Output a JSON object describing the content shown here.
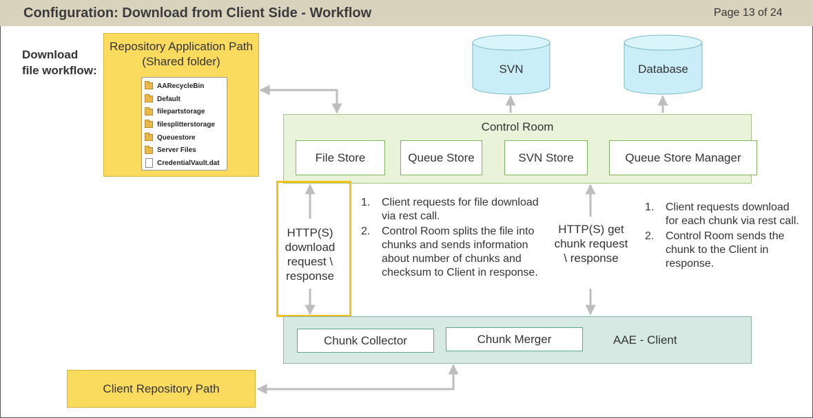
{
  "header": {
    "title": "Configuration: Download from Client Side - Workflow",
    "page": "Page 13 of 24"
  },
  "side_label": "Download file workflow:",
  "repository": {
    "title": "Repository Application Path (Shared folder)",
    "items": [
      {
        "name": "AARecycleBin",
        "icon": "folder-icon"
      },
      {
        "name": "Default",
        "icon": "folder-icon"
      },
      {
        "name": "filepartstorage",
        "icon": "folder-icon"
      },
      {
        "name": "filesplitterstorage",
        "icon": "folder-icon"
      },
      {
        "name": "Queuestore",
        "icon": "folder-icon"
      },
      {
        "name": "Server Files",
        "icon": "folder-icon"
      },
      {
        "name": "CredentialVault.dat",
        "icon": "file-icon"
      }
    ]
  },
  "databases": {
    "svn": "SVN",
    "database": "Database"
  },
  "control_room": {
    "label": "Control Room",
    "file_store": "File Store",
    "queue_store": "Queue Store",
    "svn_store": "SVN Store",
    "queue_store_manager": "Queue Store Manager"
  },
  "http_left": "HTTP(S) download request \\ response",
  "http_right": "HTTP(S) get chunk request \\ response",
  "steps_left": [
    {
      "num": "1.",
      "text": "Client requests for file download via rest call."
    },
    {
      "num": "2.",
      "text": "Control Room splits the file into chunks and sends information about number of chunks and checksum to Client in response."
    }
  ],
  "steps_right": [
    {
      "num": "1.",
      "text": "Client requests download for each chunk via rest call."
    },
    {
      "num": "2.",
      "text": "Control Room sends the chunk to the Client in response."
    }
  ],
  "aae_client": {
    "label": "AAE - Client",
    "chunk_collector": "Chunk Collector",
    "chunk_merger": "Chunk Merger"
  },
  "client_repository": "Client Repository Path",
  "colors": {
    "header": "#d9d3bd",
    "yellow": "#fadb5e",
    "control_room": "#e8f3d9",
    "client": "#d6e9e3",
    "cylinder": "#c9eef7",
    "highlight": "#f2c218",
    "arrow": "#bdbdbd"
  }
}
